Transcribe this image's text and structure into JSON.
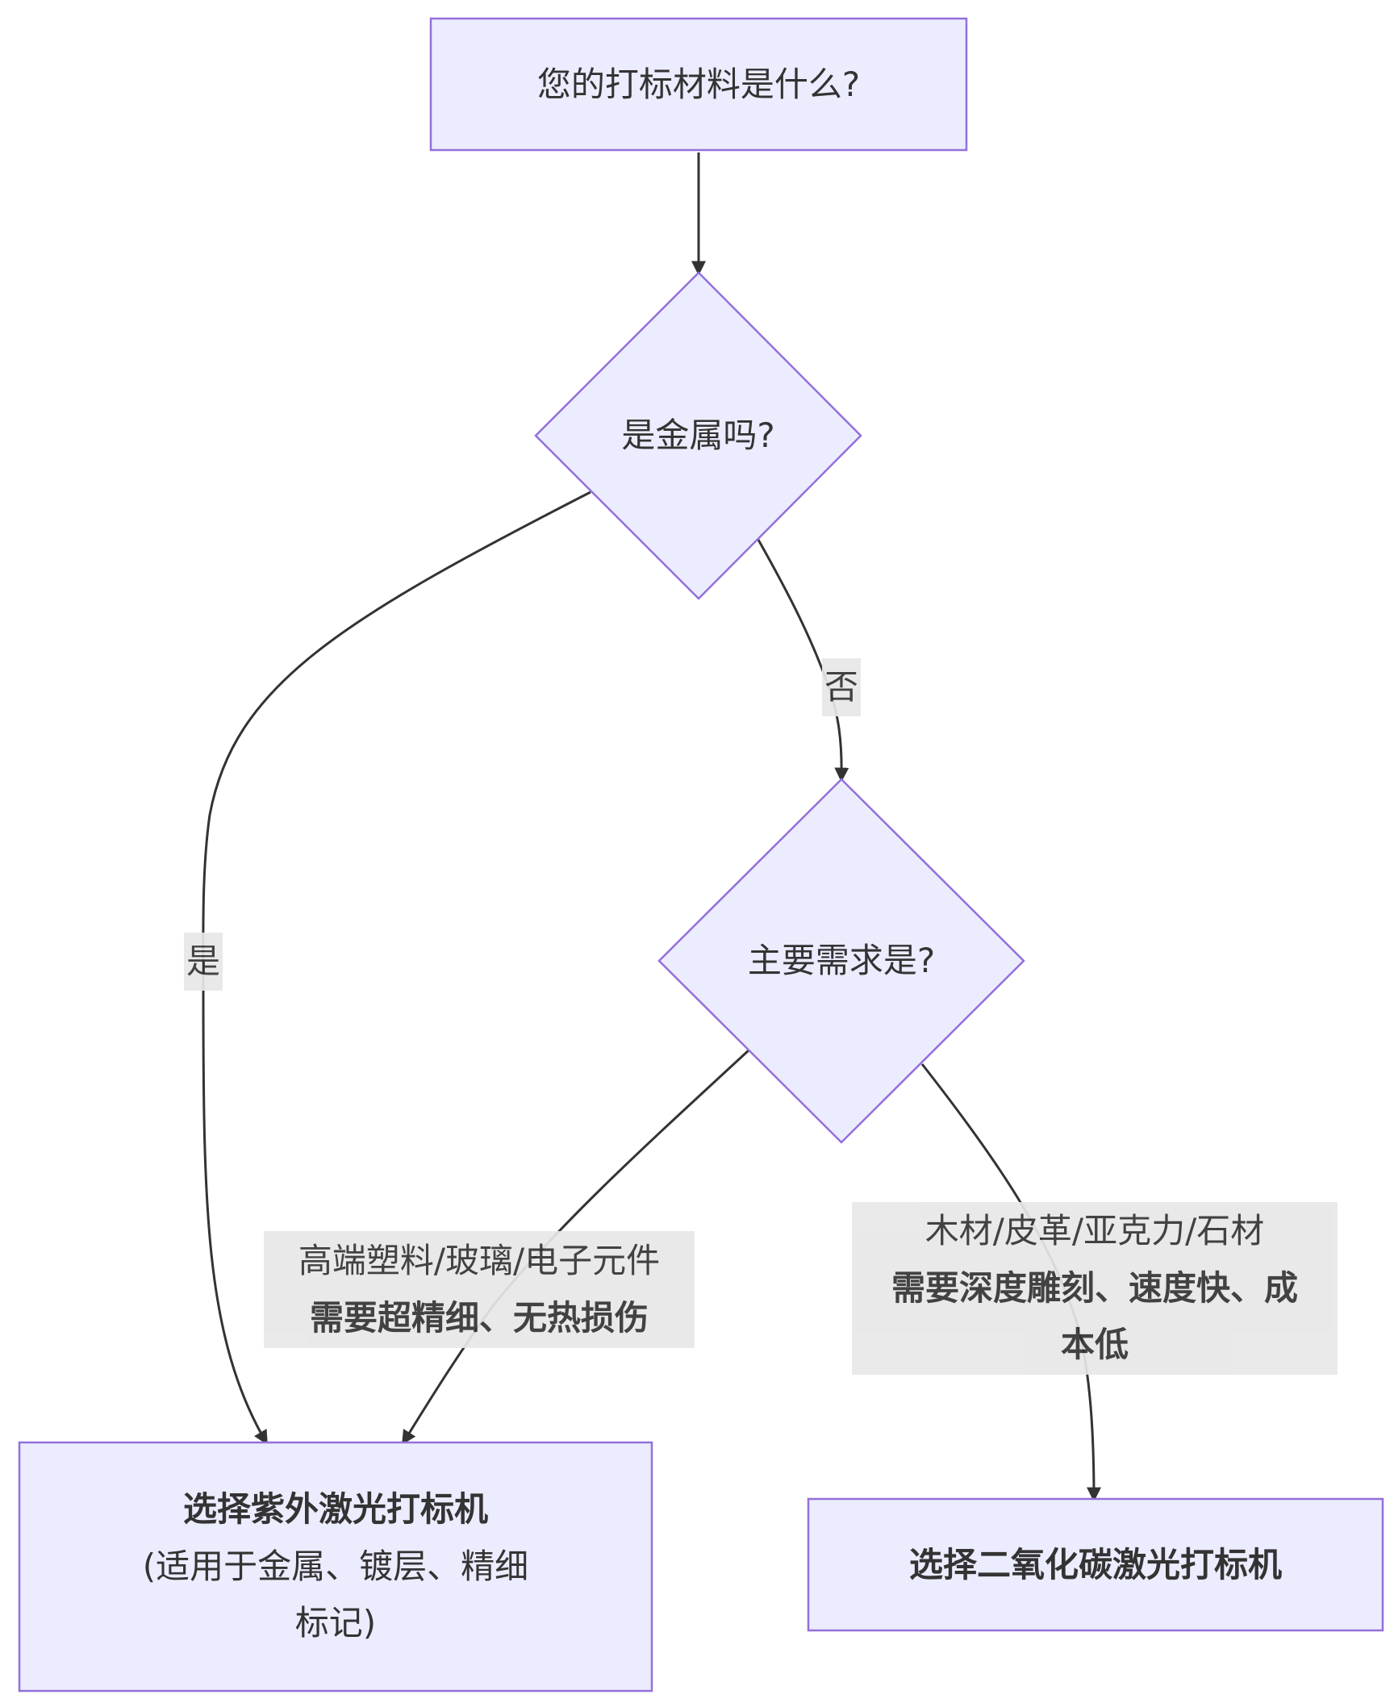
{
  "nodes": {
    "start": {
      "label": "您的打标材料是什么?"
    },
    "is_metal": {
      "label": "是金属吗?"
    },
    "main_need": {
      "label": "主要需求是?"
    },
    "uv_laser": {
      "title": "选择紫外激光打标机",
      "detail_line1": "(适用于金属、镀层、精细",
      "detail_line2": "标记)"
    },
    "co2_laser": {
      "title": "选择二氧化碳激光打标机"
    }
  },
  "edges": {
    "metal_yes": {
      "label": "是"
    },
    "metal_no": {
      "label": "否"
    },
    "need_uv": {
      "line1": "高端塑料/玻璃/电子元件",
      "line2": "需要超精细、无热损伤"
    },
    "need_co2": {
      "line1": "木材/皮革/亚克力/石材",
      "line2": "需要深度雕刻、速度快、成",
      "line3": "本低"
    }
  },
  "colors": {
    "node_fill": "#ECECFF",
    "node_stroke": "#9370DB",
    "edge": "#333333",
    "label_bg": "#E8E8E8"
  }
}
